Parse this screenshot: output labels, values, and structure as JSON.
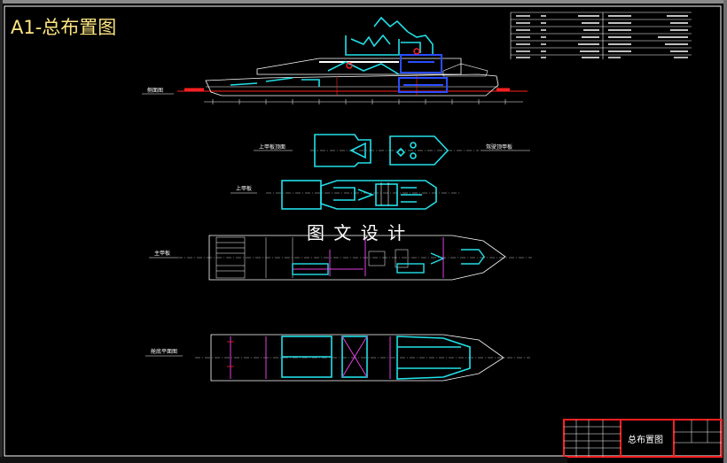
{
  "drawing": {
    "title": "A1-总布置图",
    "watermark": "图 文 设 计",
    "views": {
      "side": "侧面图",
      "upper_deck_top": "上甲板顶面",
      "navigation_deck": "驾驶顶甲板",
      "upper_deck": "上甲板",
      "main_deck": "主甲板",
      "tank_plan": "舱底平面图"
    },
    "title_block": {
      "name": "总布置图"
    }
  },
  "colors": {
    "background": "#000000",
    "line_white": "#ffffff",
    "line_cyan": "#22e0e8",
    "line_blue": "#2a4dff",
    "line_red": "#ff2020",
    "line_magenta": "#e040e0",
    "title_yellow": "#ffe680"
  }
}
